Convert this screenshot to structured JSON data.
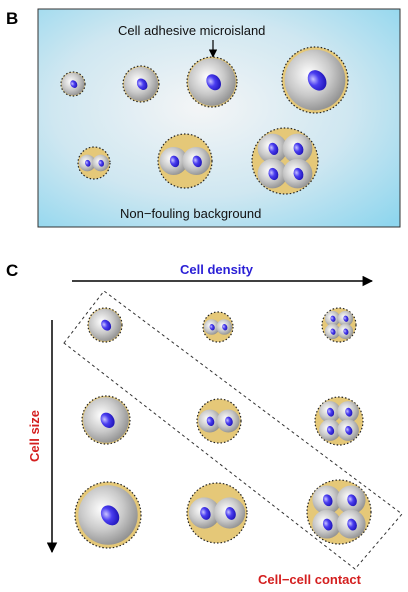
{
  "panel_b": {
    "letter": "B",
    "top_label": "Cell adhesive microisland",
    "bottom_label": "Non−fouling background"
  },
  "panel_c": {
    "letter": "C",
    "x_axis_label": "Cell density",
    "y_axis_label": "Cell size",
    "diagonal_label": "Cell−cell contact"
  },
  "colors": {
    "background_gradient_inner": "#f2f4f6",
    "background_gradient_outer": "#8fd6ee",
    "island_fill": "#e5c878",
    "cell_gray": "#a9a9a9",
    "nucleus_blue": "#3a2ee0",
    "density_label": "#2a1fd6",
    "size_label": "#d41f1f"
  },
  "icons": [
    "arrow-right-icon",
    "arrow-down-icon",
    "arrow-pointer-icon"
  ]
}
